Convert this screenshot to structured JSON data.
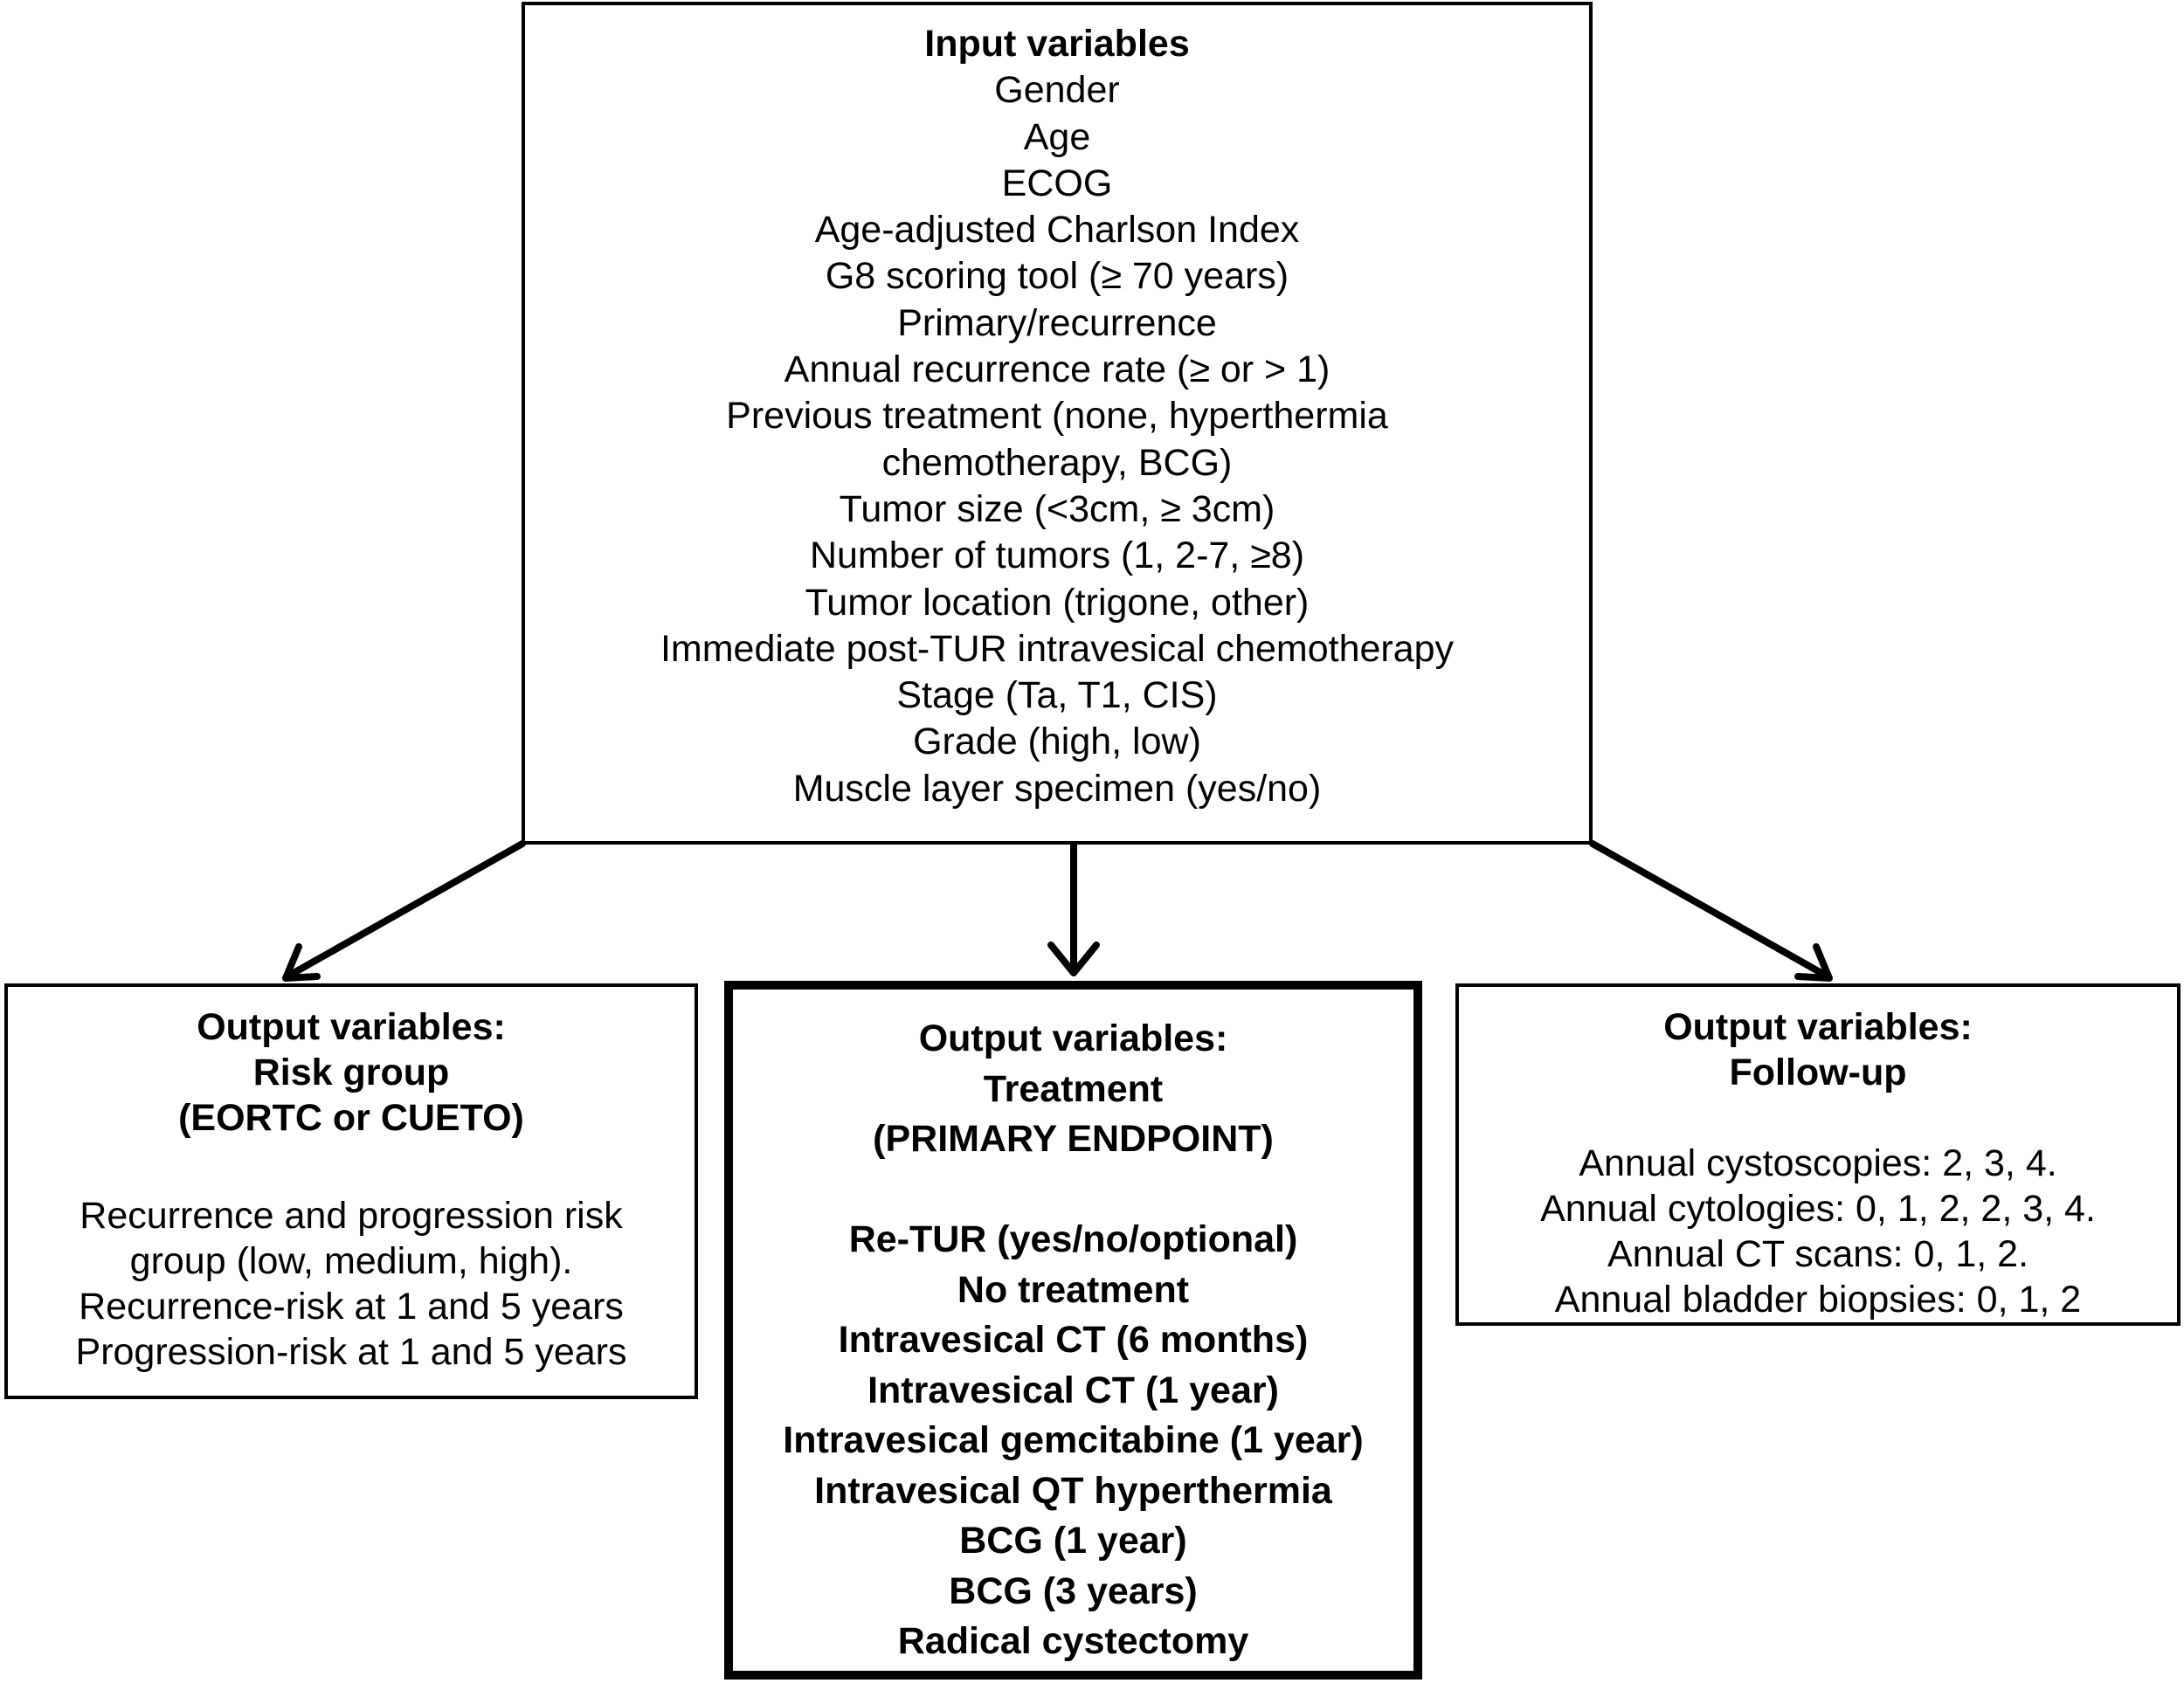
{
  "input": {
    "title": "Input variables",
    "items": [
      "Gender",
      "Age",
      "ECOG",
      "Age-adjusted Charlson Index",
      "G8 scoring tool (≥ 70 years)",
      "Primary/recurrence",
      "Annual recurrence rate (≥ or > 1)",
      "Previous treatment (none, hyperthermia",
      "chemotherapy, BCG)",
      "Tumor size (<3cm, ≥ 3cm)",
      "Number of tumors (1, 2-7, ≥8)",
      "Tumor location (trigone, other)",
      "Immediate post-TUR intravesical chemotherapy",
      "Stage (Ta, T1, CIS)",
      "Grade (high, low)",
      "Muscle layer specimen (yes/no)"
    ]
  },
  "risk": {
    "heading": [
      "Output variables:",
      "Risk group",
      "(EORTC or CUETO)"
    ],
    "items": [
      "Recurrence and progression risk",
      "group (low, medium, high).",
      "Recurrence-risk at 1 and 5 years",
      "Progression-risk at 1 and 5 years"
    ]
  },
  "treatment": {
    "heading": [
      "Output variables:",
      "Treatment",
      "(PRIMARY ENDPOINT)"
    ],
    "items": [
      "Re-TUR (yes/no/optional)",
      "No treatment",
      "Intravesical CT (6 months)",
      "Intravesical CT (1 year)",
      "Intravesical gemcitabine (1 year)",
      "Intravesical QT hyperthermia",
      "BCG (1 year)",
      "BCG (3 years)",
      "Radical cystectomy"
    ]
  },
  "followup": {
    "heading": [
      "Output variables:",
      "Follow-up"
    ],
    "items": [
      "Annual cystoscopies: 2, 3, 4.",
      "Annual cytologies: 0, 1, 2, 2, 3, 4.",
      "Annual CT scans: 0, 1, 2.",
      "Annual bladder biopsies: 0, 1, 2"
    ]
  }
}
